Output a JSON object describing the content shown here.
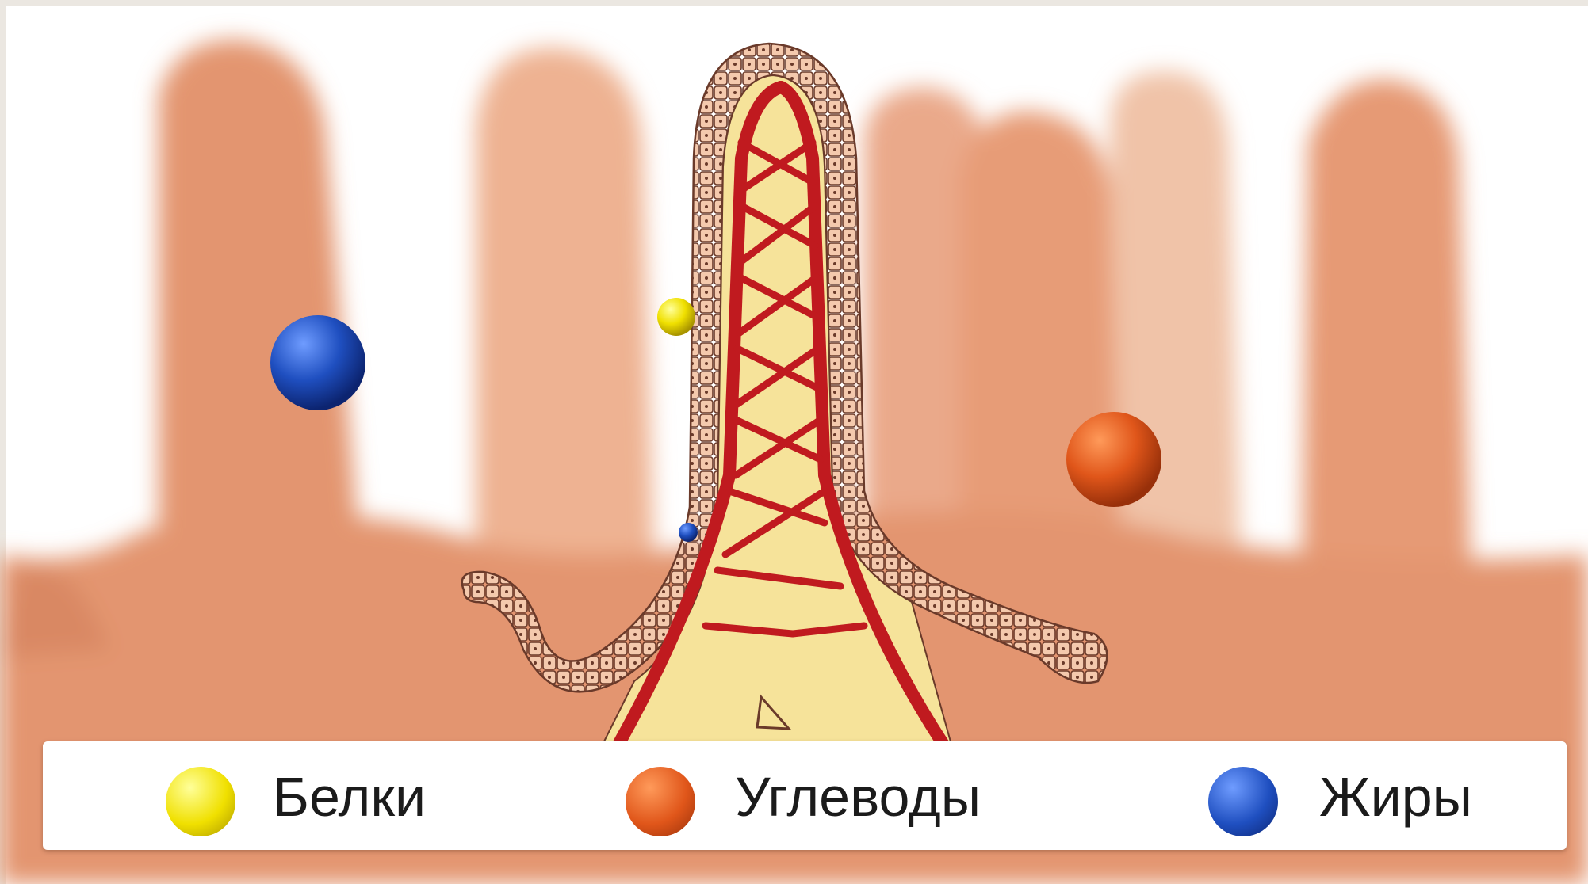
{
  "legend": {
    "items": [
      {
        "label": "Белки",
        "icon": "yellow-ball-icon",
        "color": "#f0e000"
      },
      {
        "label": "Углеводы",
        "icon": "orange-ball-icon",
        "color": "#e0561a"
      },
      {
        "label": "Жиры",
        "icon": "blue-ball-icon",
        "color": "#1f4fc0"
      }
    ]
  },
  "colors": {
    "page_background": "#ebe7e1",
    "scene_background": "#ffffff",
    "villus_tissue": "#e8a07c",
    "villus_tissue_light": "#f3c2a6",
    "blood_vessel": "#c01a1f",
    "lacteal": "#f6e39a",
    "epithelium_cell": "#f4c9ad"
  }
}
